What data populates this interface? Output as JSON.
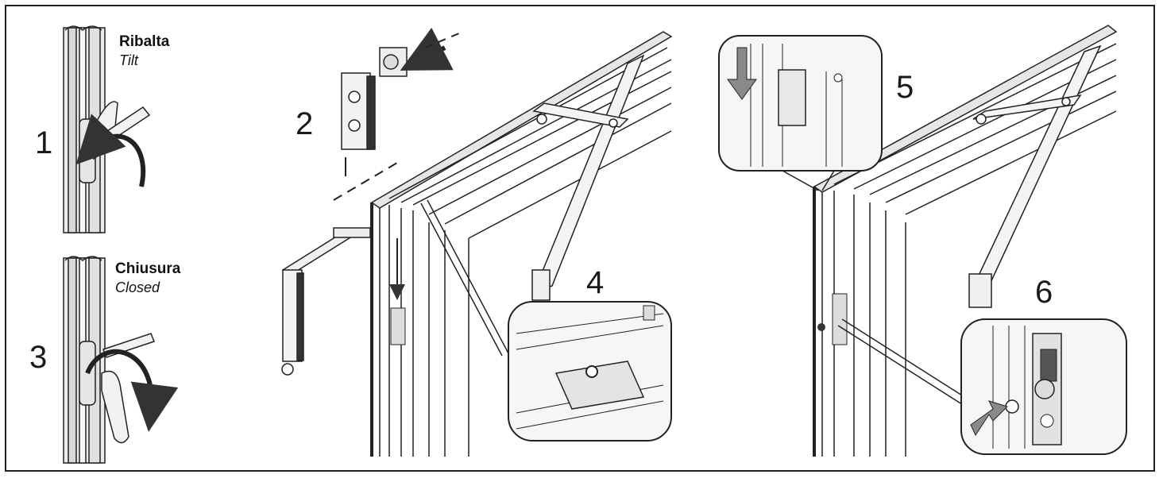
{
  "steps": {
    "s1": {
      "number": "1",
      "label": "Ribalta",
      "sublabel": "Tilt"
    },
    "s2": {
      "number": "2"
    },
    "s3": {
      "number": "3",
      "label": "Chiusura",
      "sublabel": "Closed"
    },
    "s4": {
      "number": "4"
    },
    "s5": {
      "number": "5"
    },
    "s6": {
      "number": "6"
    }
  },
  "colors": {
    "line": "#222222",
    "frame_fill": "#e9e9e9",
    "light_fill": "#f4f4f4",
    "dark_fill": "#8a8a8a",
    "arrow_fill": "#7a7a7a"
  }
}
